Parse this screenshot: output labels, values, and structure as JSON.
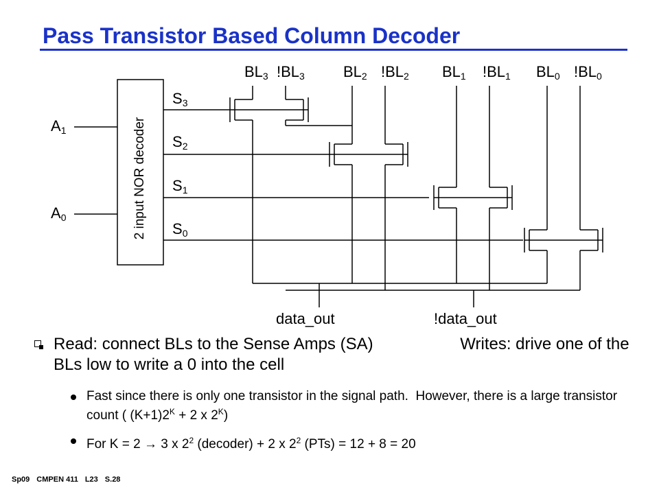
{
  "slide": {
    "title": "Pass Transistor Based Column Decoder",
    "footer": {
      "term": "Sp09",
      "course": "CMPEN 411",
      "lecture": "L23",
      "slide": "S.28"
    }
  },
  "diagram": {
    "bitlines": [
      {
        "base": "BL",
        "sub": "3"
      },
      {
        "base": "!BL",
        "sub": "3"
      },
      {
        "base": "BL",
        "sub": "2"
      },
      {
        "base": "!BL",
        "sub": "2"
      },
      {
        "base": "BL",
        "sub": "1"
      },
      {
        "base": "!BL",
        "sub": "1"
      },
      {
        "base": "BL",
        "sub": "0"
      },
      {
        "base": "!BL",
        "sub": "0"
      }
    ],
    "selects": [
      {
        "base": "S",
        "sub": "3"
      },
      {
        "base": "S",
        "sub": "2"
      },
      {
        "base": "S",
        "sub": "1"
      },
      {
        "base": "S",
        "sub": "0"
      }
    ],
    "addresses": [
      {
        "base": "A",
        "sub": "1"
      },
      {
        "base": "A",
        "sub": "0"
      }
    ],
    "decoder_label": "2 input NOR decoder",
    "outputs": {
      "data": "data_out",
      "ndata": "!data_out"
    }
  },
  "bullets": {
    "main": "Read: connect BLs to the Sense Amps (SA)                   Writes: drive one of the BLs low to write a 0 into the cell",
    "sub1": {
      "text": "Fast since there is only one transistor in the signal path.  However, there is a large transistor count ( (K+1)2",
      "sup1": "K",
      "mid": " + 2 x 2",
      "sup2": "K",
      "end": ")"
    },
    "sub2": {
      "p1": "For K = 2 ",
      "arrow": "→",
      "p2": " 3 x 2",
      "sup1": "2",
      "p3": " (decoder) + 2 x 2",
      "sup2": "2",
      "p4": " (PTs) = 12 + 8 = 20"
    }
  }
}
